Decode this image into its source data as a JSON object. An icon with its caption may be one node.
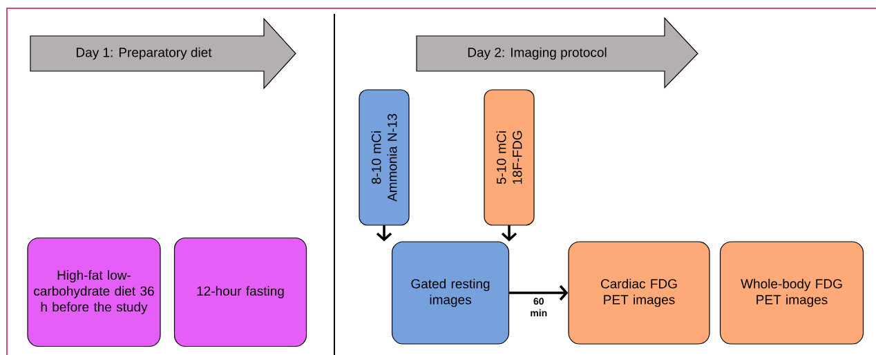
{
  "diagram": {
    "nodes": [
      {
        "text": [
          "Day 1: Preparatory diet"
        ]
      },
      {
        "text": [
          "Day 2: Imaging protocol"
        ]
      },
      {
        "text": [
          "High-fat low-carbohydrate diet 36 h before the study"
        ]
      },
      {
        "text": [
          "12-hour fasting"
        ]
      },
      {
        "text": [
          "8-10 mCi Ammonia N-13"
        ]
      },
      {
        "text": [
          "5-10 mCi 18F-FDG"
        ]
      },
      {
        "text": [
          "Gated resting images"
        ]
      },
      {
        "text": [
          "Cardiac FDG PET images"
        ]
      },
      {
        "text": [
          "Whole-body FDG PET images"
        ]
      }
    ],
    "edges": [
      {
        "from": 4,
        "to": 6,
        "arrow": "to"
      },
      {
        "from": 5,
        "to": 6,
        "arrow": "to"
      },
      {
        "from": 6,
        "to": 7,
        "arrow": "to",
        "label": "60 min"
      }
    ]
  }
}
